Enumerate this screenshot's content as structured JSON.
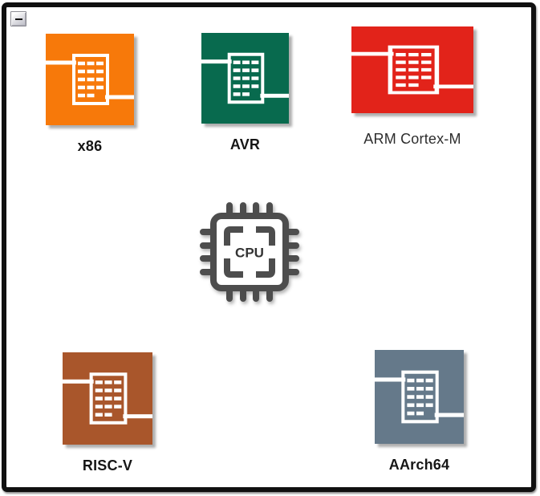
{
  "window": {
    "collapse_button": {
      "icon": "minus-icon",
      "glyph": "−"
    }
  },
  "diagram": {
    "center": {
      "label": "CPU",
      "icon": "cpu-chip-icon",
      "color": "#4d4d4d",
      "label_color": "#333333"
    },
    "nodes": [
      {
        "id": "x86",
        "label": "x86",
        "color": "#f7790a",
        "weight": "700",
        "icon": "registers-icon"
      },
      {
        "id": "avr",
        "label": "AVR",
        "color": "#086a4e",
        "weight": "700",
        "icon": "registers-icon"
      },
      {
        "id": "arm-cortex-m",
        "label": "ARM Cortex-M",
        "color": "#e2231a",
        "weight": "400",
        "icon": "registers-icon"
      },
      {
        "id": "risc-v",
        "label": "RISC-V",
        "color": "#a9562b",
        "weight": "700",
        "icon": "registers-icon"
      },
      {
        "id": "aarch64",
        "label": "AArch64",
        "color": "#65798a",
        "weight": "700",
        "icon": "registers-icon"
      }
    ]
  }
}
